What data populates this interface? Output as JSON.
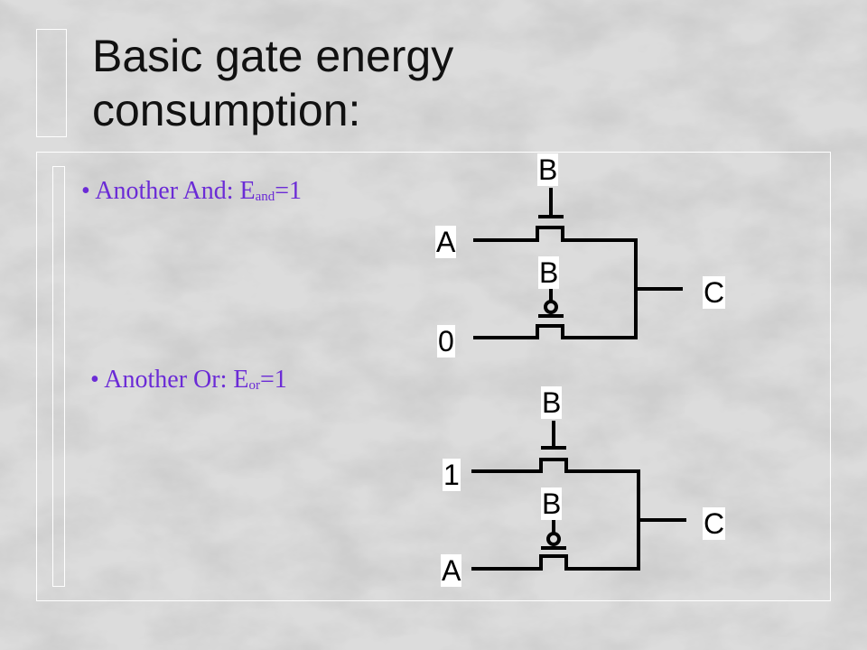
{
  "slide": {
    "title_line1": "Basic gate energy",
    "title_line2": "consumption:",
    "bullet_and": {
      "prefix": "Another And: E",
      "subscript": "and",
      "suffix": "=1"
    },
    "bullet_or": {
      "prefix": "Another Or: E",
      "subscript": "or",
      "suffix": "=1"
    }
  },
  "and_circuit": {
    "top_gate_label": "B",
    "input_top": "A",
    "bottom_gate_label": "B",
    "input_bottom": "0",
    "output": "C"
  },
  "or_circuit": {
    "top_gate_label": "B",
    "input_top": "1",
    "bottom_gate_label": "B",
    "input_bottom": "A",
    "output": "C"
  },
  "colors": {
    "bullet_text": "#6b2bd6",
    "title_text": "#111111",
    "wire": "#000000"
  }
}
